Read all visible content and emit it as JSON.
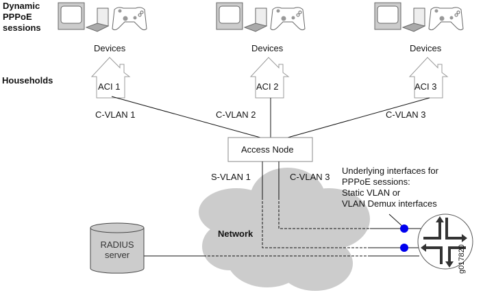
{
  "left_labels": {
    "sessions": [
      "Dynamic",
      "PPPoE",
      "sessions"
    ],
    "households": "Households"
  },
  "groups": [
    {
      "devices_label": "Devices",
      "house_label": "ACI 1",
      "vlan_label": "C-VLAN 1"
    },
    {
      "devices_label": "Devices",
      "house_label": "ACI 2",
      "vlan_label": "C-VLAN 2"
    },
    {
      "devices_label": "Devices",
      "house_label": "ACI 3",
      "vlan_label": "C-VLAN 3"
    }
  ],
  "access_node": "Access Node",
  "uplinks": {
    "s_vlan": "S-VLAN 1",
    "c_vlan": "C-VLAN 3"
  },
  "annotation": [
    "Underlying interfaces for",
    "PPPoE sessions:",
    "Static VLAN or",
    "VLAN Demux interfaces"
  ],
  "network": "Network",
  "radius": [
    "RADIUS",
    "server"
  ],
  "figure_id": "g017820",
  "colors": {
    "cloud": "#cccccc",
    "interface_dot": "#0000ee",
    "line": "#111111",
    "router_arrow": "#333333"
  }
}
